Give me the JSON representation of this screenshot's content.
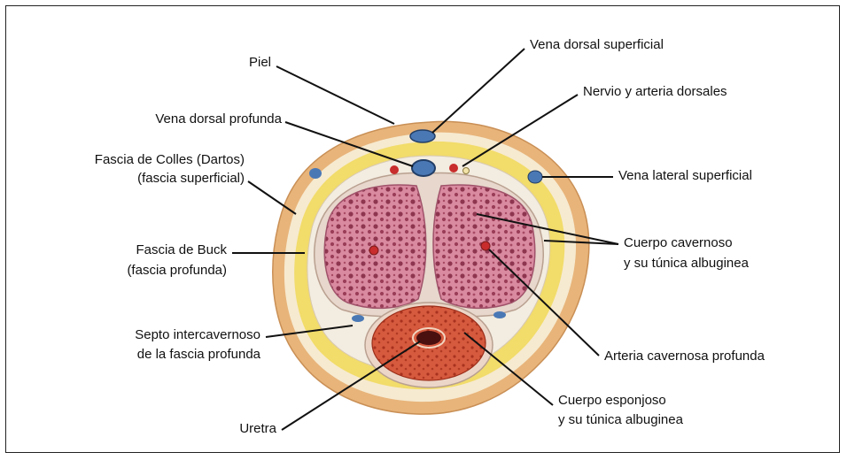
{
  "labels": {
    "piel": "Piel",
    "vena_dorsal_profunda": "Vena dorsal profunda",
    "fascia_colles_1": "Fascia de Colles (Dartos)",
    "fascia_colles_2": "(fascia superficial)",
    "fascia_buck_1": "Fascia de Buck",
    "fascia_buck_2": "(fascia profunda)",
    "septo_1": "Septo intercavernoso",
    "septo_2": "de la fascia profunda",
    "uretra": "Uretra",
    "vena_dorsal_superficial": "Vena dorsal superficial",
    "nervio_arteria": "Nervio y arteria dorsales",
    "vena_lateral": "Vena lateral superficial",
    "cuerpo_cavernoso_1": "Cuerpo cavernoso",
    "cuerpo_cavernoso_2": "y su túnica albuginea",
    "arteria_cavernosa": "Arteria cavernosa profunda",
    "cuerpo_esponjoso_1": "Cuerpo esponjoso",
    "cuerpo_esponjoso_2": "y su túnica albuginea"
  },
  "colors": {
    "skin": "#e8b47a",
    "fat": "#f2dc6a",
    "fascia": "#f3ece0",
    "tunica": "#e7d7cc",
    "cavernosum": "#d9879a",
    "spongiosum": "#d85a3c",
    "vein": "#4a78b5",
    "artery": "#c82c2c"
  }
}
